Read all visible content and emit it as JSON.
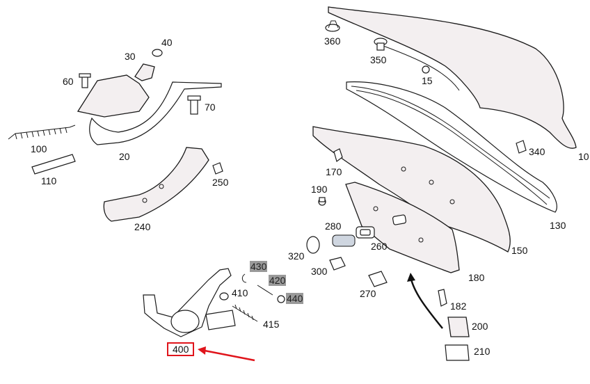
{
  "diagram": {
    "callouts": [
      {
        "id": "c360",
        "text": "360"
      },
      {
        "id": "c350",
        "text": "350"
      },
      {
        "id": "c15",
        "text": "15"
      },
      {
        "id": "c40",
        "text": "40"
      },
      {
        "id": "c30",
        "text": "30"
      },
      {
        "id": "c60",
        "text": "60"
      },
      {
        "id": "c70",
        "text": "70"
      },
      {
        "id": "c100",
        "text": "100"
      },
      {
        "id": "c20",
        "text": "20"
      },
      {
        "id": "c110",
        "text": "110"
      },
      {
        "id": "c250",
        "text": "250"
      },
      {
        "id": "c240",
        "text": "240"
      },
      {
        "id": "c340",
        "text": "340"
      },
      {
        "id": "c10",
        "text": "10"
      },
      {
        "id": "c170",
        "text": "170"
      },
      {
        "id": "c190",
        "text": "190"
      },
      {
        "id": "c130",
        "text": "130"
      },
      {
        "id": "c280",
        "text": "280"
      },
      {
        "id": "c260",
        "text": "260"
      },
      {
        "id": "c150",
        "text": "150"
      },
      {
        "id": "c320",
        "text": "320"
      },
      {
        "id": "c300",
        "text": "300"
      },
      {
        "id": "c430",
        "text": "430"
      },
      {
        "id": "c420",
        "text": "420"
      },
      {
        "id": "c440",
        "text": "440"
      },
      {
        "id": "c410",
        "text": "410"
      },
      {
        "id": "c415",
        "text": "415"
      },
      {
        "id": "c270",
        "text": "270"
      },
      {
        "id": "c180",
        "text": "180"
      },
      {
        "id": "c182",
        "text": "182"
      },
      {
        "id": "c200",
        "text": "200"
      },
      {
        "id": "c210",
        "text": "210"
      },
      {
        "id": "c400",
        "text": "400"
      }
    ],
    "highlighted_callouts": [
      "430",
      "420",
      "440"
    ],
    "selected_callout": "400",
    "colors": {
      "selection": "#e0141b",
      "highlight": "#9a9a9a",
      "part_fill": "#f3eff0",
      "line": "#1a1a1a"
    }
  }
}
